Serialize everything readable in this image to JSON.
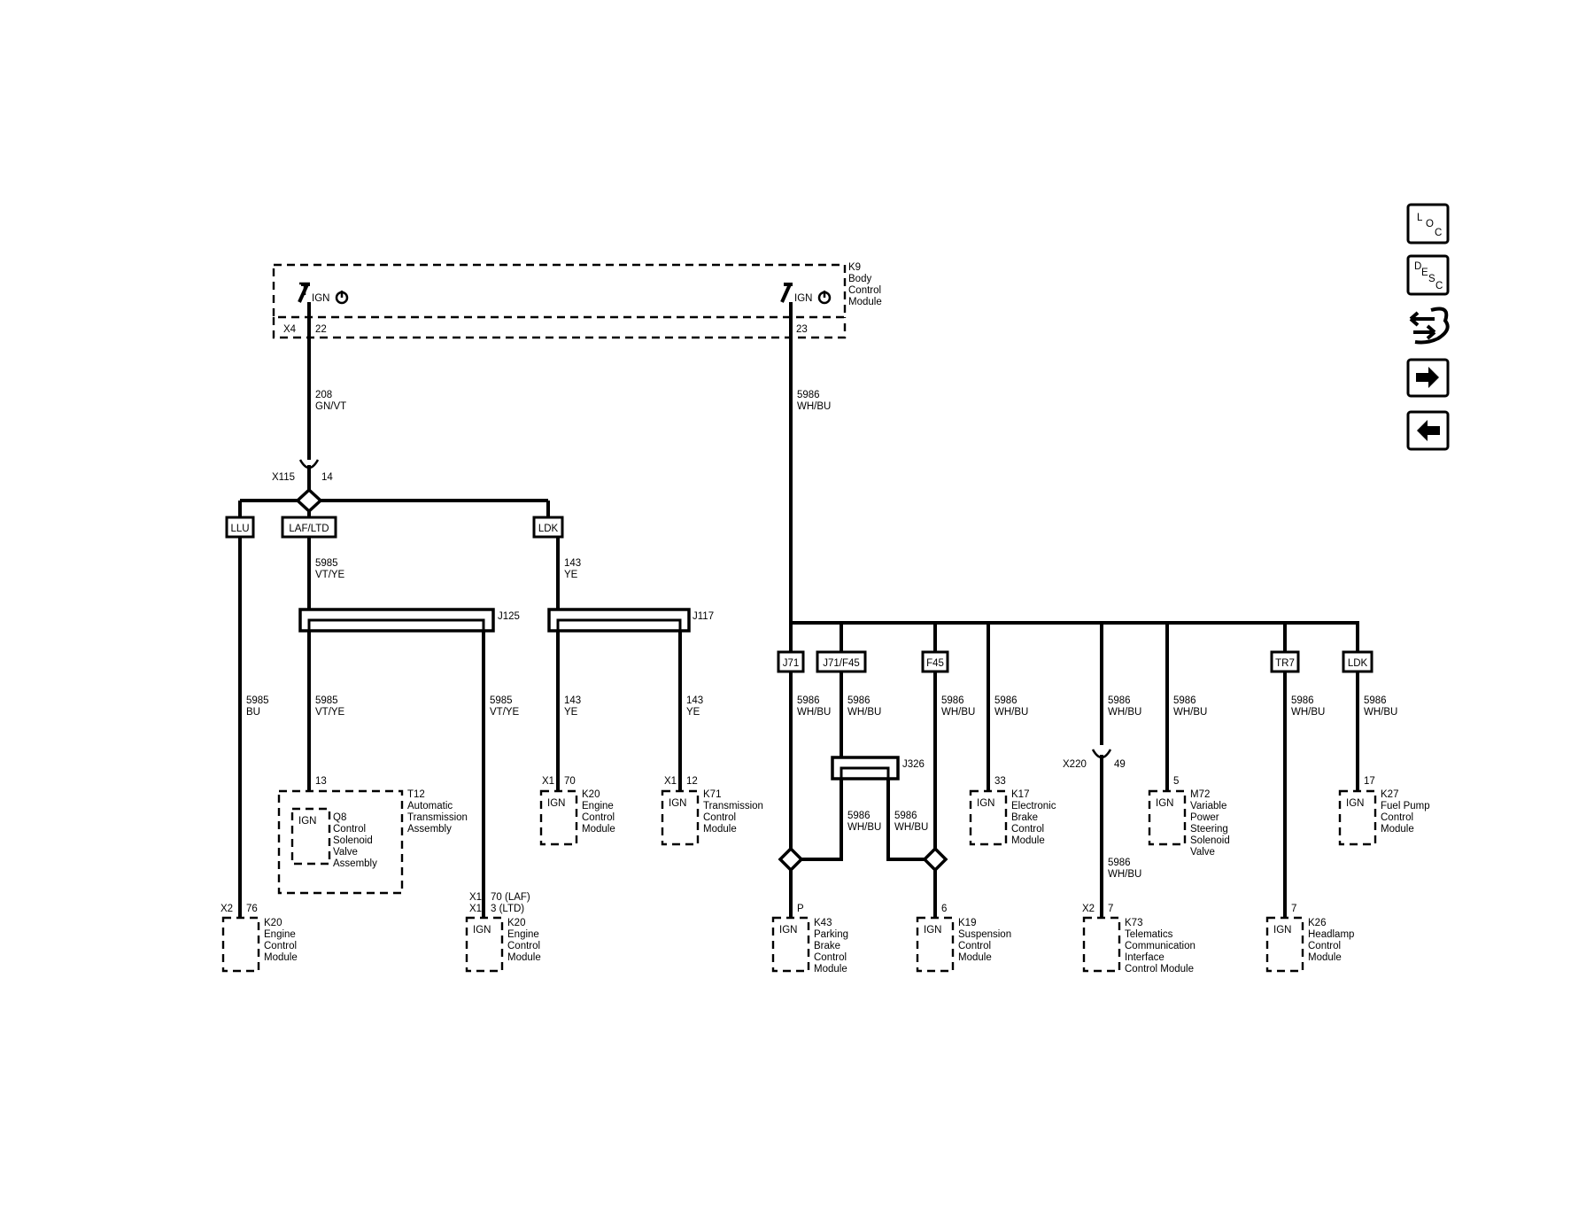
{
  "bcm": {
    "id": "K9",
    "name": [
      "Body",
      "Control",
      "Module"
    ],
    "ign": "IGN",
    "conn": "X4",
    "pin_a": "22",
    "pin_b": "23"
  },
  "left_feed": {
    "circuit": "208",
    "color": "GN/VT"
  },
  "right_feed": {
    "circuit": "5986",
    "color": "WH/BU"
  },
  "x115": {
    "conn": "X115",
    "pin": "14"
  },
  "options": {
    "llu": "LLU",
    "laf_ltd": "LAF/LTD",
    "ldk": "LDK",
    "j71": "J71",
    "j71_f45": "J71/F45",
    "f45": "F45",
    "tr7": "TR7",
    "ldk2": "LDK"
  },
  "splices": {
    "j125": "J125",
    "j117": "J117",
    "j326": "J326"
  },
  "wires": {
    "laf_top": {
      "circuit": "5985",
      "color": "VT/YE"
    },
    "ldk_top": {
      "circuit": "143",
      "color": "YE"
    },
    "llu_drop": {
      "circuit": "5985",
      "color": "BU"
    },
    "j125_a": {
      "circuit": "5985",
      "color": "VT/YE"
    },
    "j125_b": {
      "circuit": "5985",
      "color": "VT/YE"
    },
    "j117_a": {
      "circuit": "143",
      "color": "YE"
    },
    "j117_b": {
      "circuit": "143",
      "color": "YE"
    },
    "b1": {
      "circuit": "5986",
      "color": "WH/BU"
    },
    "b2": {
      "circuit": "5986",
      "color": "WH/BU"
    },
    "b3": {
      "circuit": "5986",
      "color": "WH/BU"
    },
    "b4": {
      "circuit": "5986",
      "color": "WH/BU"
    },
    "b5": {
      "circuit": "5986",
      "color": "WH/BU"
    },
    "b6": {
      "circuit": "5986",
      "color": "WH/BU"
    },
    "b7": {
      "circuit": "5986",
      "color": "WH/BU"
    },
    "b8": {
      "circuit": "5986",
      "color": "WH/BU"
    },
    "j326_a": {
      "circuit": "5986",
      "color": "WH/BU"
    },
    "j326_b": {
      "circuit": "5986",
      "color": "WH/BU"
    },
    "x220_low": {
      "circuit": "5986",
      "color": "WH/BU"
    }
  },
  "x220": {
    "conn": "X220",
    "pin": "49"
  },
  "components": {
    "ecm_llu": {
      "conn": "X2",
      "pin": "76",
      "id": "K20",
      "name": [
        "Engine",
        "Control",
        "Module"
      ]
    },
    "t12": {
      "pin": "13",
      "id": "T12",
      "name": [
        "Automatic",
        "Transmission",
        "Assembly"
      ],
      "sub_id": "Q8",
      "sub_name": [
        "Control",
        "Solenoid",
        "Valve",
        "Assembly"
      ]
    },
    "ecm_laf": {
      "conn_a": "X1",
      "pin_a": "70 (LAF)",
      "conn_b": "X1",
      "pin_b": "3 (LTD)",
      "id": "K20",
      "name": [
        "Engine",
        "Control",
        "Module"
      ]
    },
    "ecm_ldk": {
      "conn": "X1",
      "pin": "70",
      "id": "K20",
      "name": [
        "Engine",
        "Control",
        "Module"
      ]
    },
    "tcm": {
      "conn": "X1",
      "pin": "12",
      "id": "K71",
      "name": [
        "Transmission",
        "Control",
        "Module"
      ]
    },
    "k43": {
      "pin": "P",
      "id": "K43",
      "name": [
        "Parking",
        "Brake",
        "Control",
        "Module"
      ]
    },
    "k19": {
      "pin": "6",
      "id": "K19",
      "name": [
        "Suspension",
        "Control",
        "Module"
      ]
    },
    "k17": {
      "pin": "33",
      "id": "K17",
      "name": [
        "Electronic",
        "Brake",
        "Control",
        "Module"
      ]
    },
    "k73": {
      "conn": "X2",
      "pin": "7",
      "id": "K73",
      "name": [
        "Telematics",
        "Communication",
        "Interface",
        "Control Module"
      ]
    },
    "m72": {
      "pin": "5",
      "id": "M72",
      "name": [
        "Variable",
        "Power",
        "Steering",
        "Solenoid",
        "Valve"
      ]
    },
    "k26": {
      "pin": "7",
      "id": "K26",
      "name": [
        "Headlamp",
        "Control",
        "Module"
      ]
    },
    "k27": {
      "pin": "17",
      "id": "K27",
      "name": [
        "Fuel Pump",
        "Control",
        "Module"
      ]
    }
  },
  "ign_label": "IGN",
  "nav": {
    "loc": [
      "L",
      "O",
      "C"
    ],
    "desc": [
      "D",
      "E",
      "S",
      "C"
    ]
  }
}
